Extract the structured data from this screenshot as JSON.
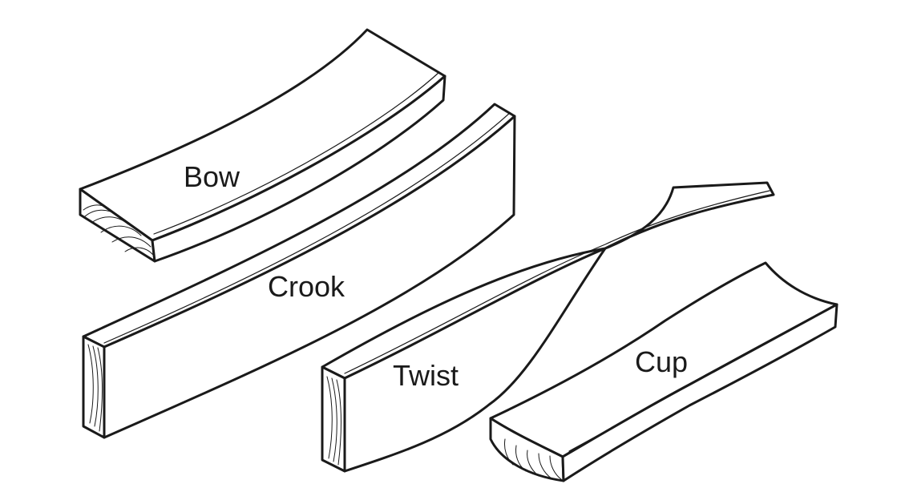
{
  "figure": {
    "subject": "lumber warp types",
    "labels": {
      "bow": "Bow",
      "crook": "Crook",
      "twist": "Twist",
      "cup": "Cup"
    }
  }
}
